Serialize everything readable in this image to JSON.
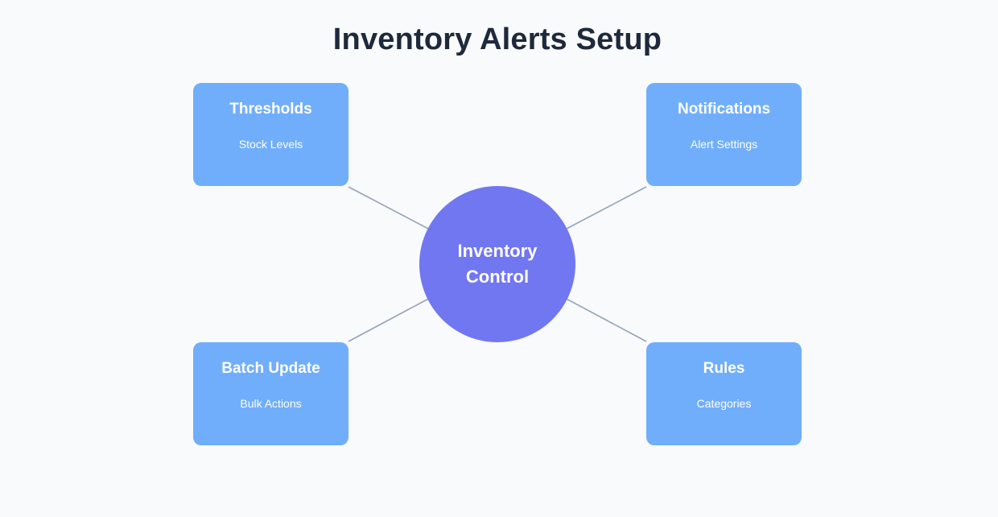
{
  "title": "Inventory Alerts Setup",
  "hub": {
    "label": "Inventory Control",
    "color": "#7176f1"
  },
  "nodes": [
    {
      "id": "thresholds",
      "title": "Thresholds",
      "subtitle": "Stock Levels"
    },
    {
      "id": "notifications",
      "title": "Notifications",
      "subtitle": "Alert Settings"
    },
    {
      "id": "batch-update",
      "title": "Batch Update",
      "subtitle": "Bulk Actions"
    },
    {
      "id": "rules",
      "title": "Rules",
      "subtitle": "Categories"
    }
  ],
  "colors": {
    "background": "#f8fafc",
    "card": "#70aefc",
    "connector": "#94a3b8",
    "title": "#1e293b"
  }
}
